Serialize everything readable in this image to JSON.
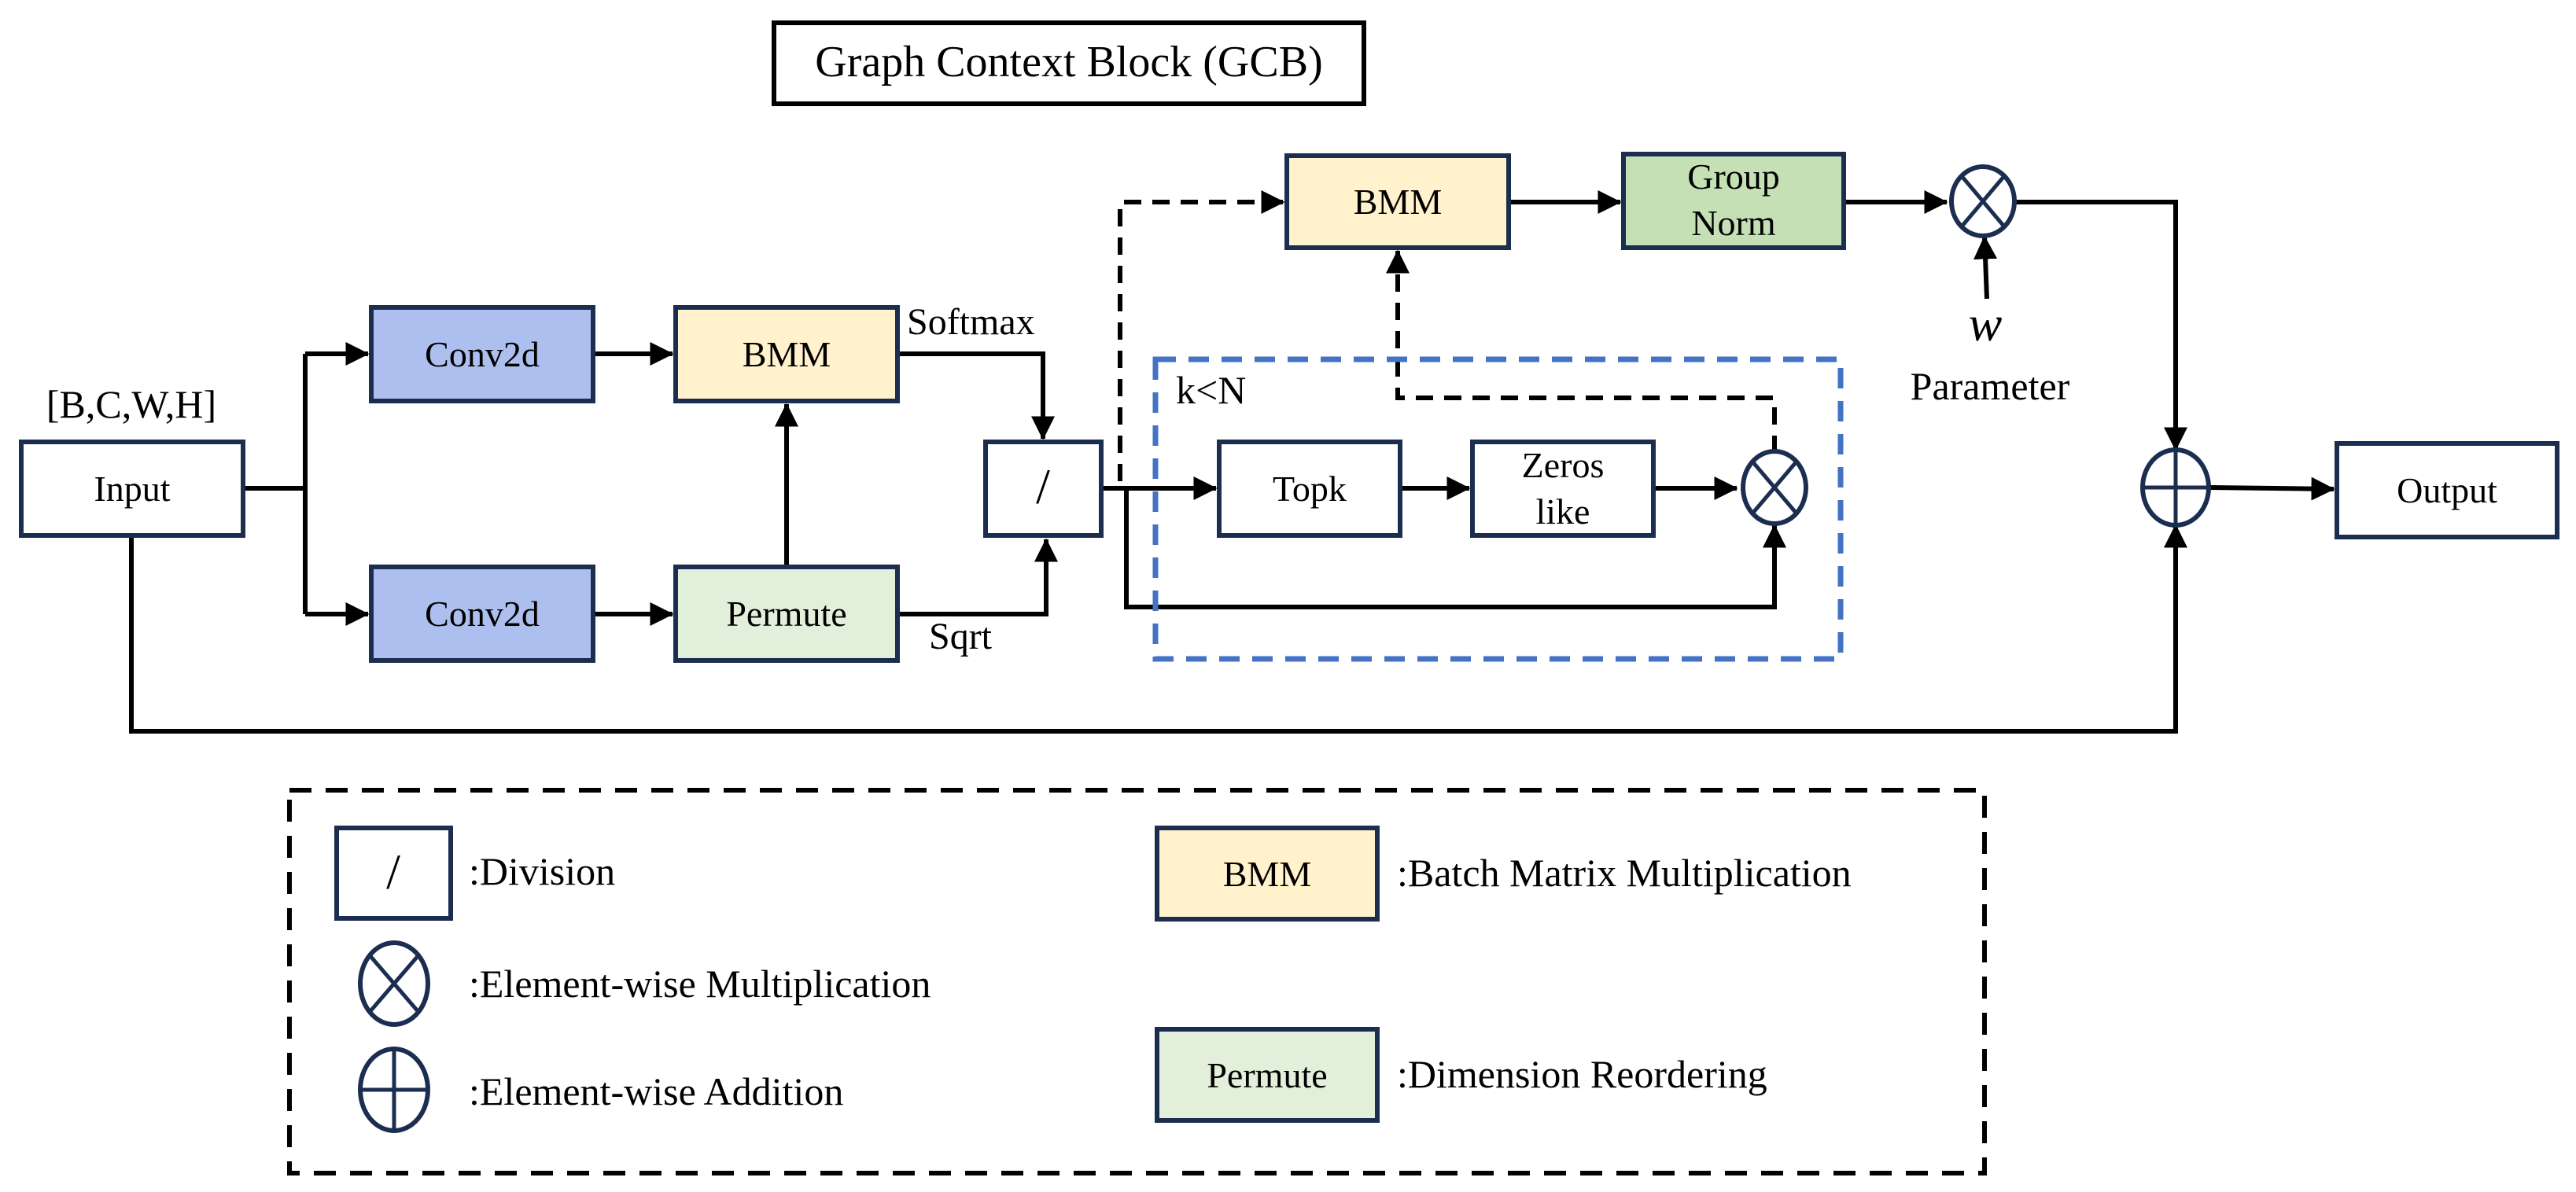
{
  "title": "Graph Context Block (GCB)",
  "colors": {
    "conv": "#adbfee",
    "bmm": "#fff2cc",
    "permute": "#e2efda",
    "groupnorm": "#c5e0b4",
    "plain": "#ffffff",
    "border": "#1c2e50",
    "topk_region": "#4472c4"
  },
  "nodes": {
    "input": {
      "label": "Input",
      "shape_label": "[B,C,W,H]"
    },
    "conv_top": {
      "label": "Conv2d"
    },
    "conv_bottom": {
      "label": "Conv2d"
    },
    "bmm_left": {
      "label": "BMM"
    },
    "permute": {
      "label": "Permute"
    },
    "division": {
      "label": "/"
    },
    "topk": {
      "label": "Topk"
    },
    "zeros_like": {
      "line1": "Zeros",
      "line2": "like"
    },
    "bmm_top": {
      "label": "BMM"
    },
    "group_norm": {
      "line1": "Group",
      "line2": "Norm"
    },
    "output": {
      "label": "Output"
    }
  },
  "edge_labels": {
    "softmax": "Softmax",
    "sqrt": "Sqrt",
    "topk_region": "k<N",
    "weight_symbol": "w",
    "weight_label": "Parameter"
  },
  "legend": {
    "items": [
      {
        "symbol": "/",
        "kind": "division",
        "text": ":Division"
      },
      {
        "symbol": "⊗",
        "kind": "mult",
        "text": ":Element-wise Multiplication"
      },
      {
        "symbol": "⊕",
        "kind": "add",
        "text": ":Element-wise Addition"
      },
      {
        "symbol": "BMM",
        "kind": "bmm",
        "text": ":Batch Matrix Multiplication"
      },
      {
        "symbol": "Permute",
        "kind": "permute",
        "text": ":Dimension Reordering"
      }
    ]
  }
}
